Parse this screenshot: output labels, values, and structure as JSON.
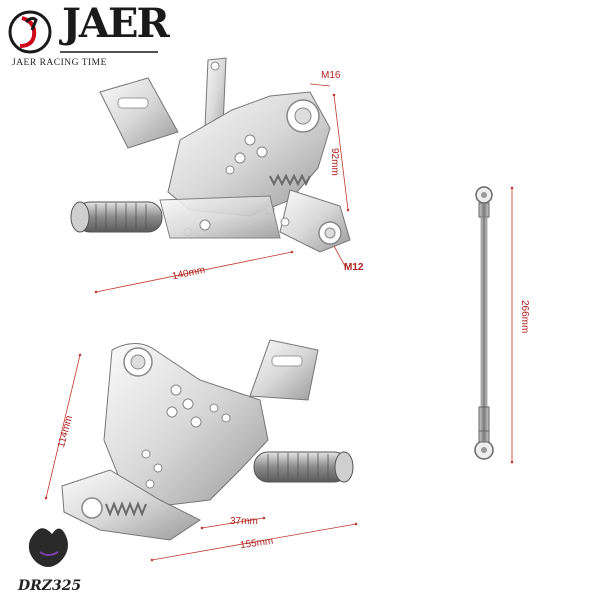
{
  "brand": {
    "name": "JAER",
    "tagline": "JAER RACING TIME"
  },
  "dimensions": {
    "top_bolt_size": "M16",
    "top_bolt_size_lower": "M12",
    "top_height": "92mm",
    "top_length": "140mm",
    "rod_length": "266mm",
    "bottom_height": "114mm",
    "bottom_peg_offset": "37mm",
    "bottom_length": "155mm"
  },
  "watermark": {
    "text": "DRZ325"
  },
  "colors": {
    "dimension_line": "#c0392b",
    "metal_light": "#f3f3f3",
    "metal_mid": "#c9c9c9",
    "metal_dark": "#8f8f8f",
    "brand_red": "#d0021b"
  }
}
